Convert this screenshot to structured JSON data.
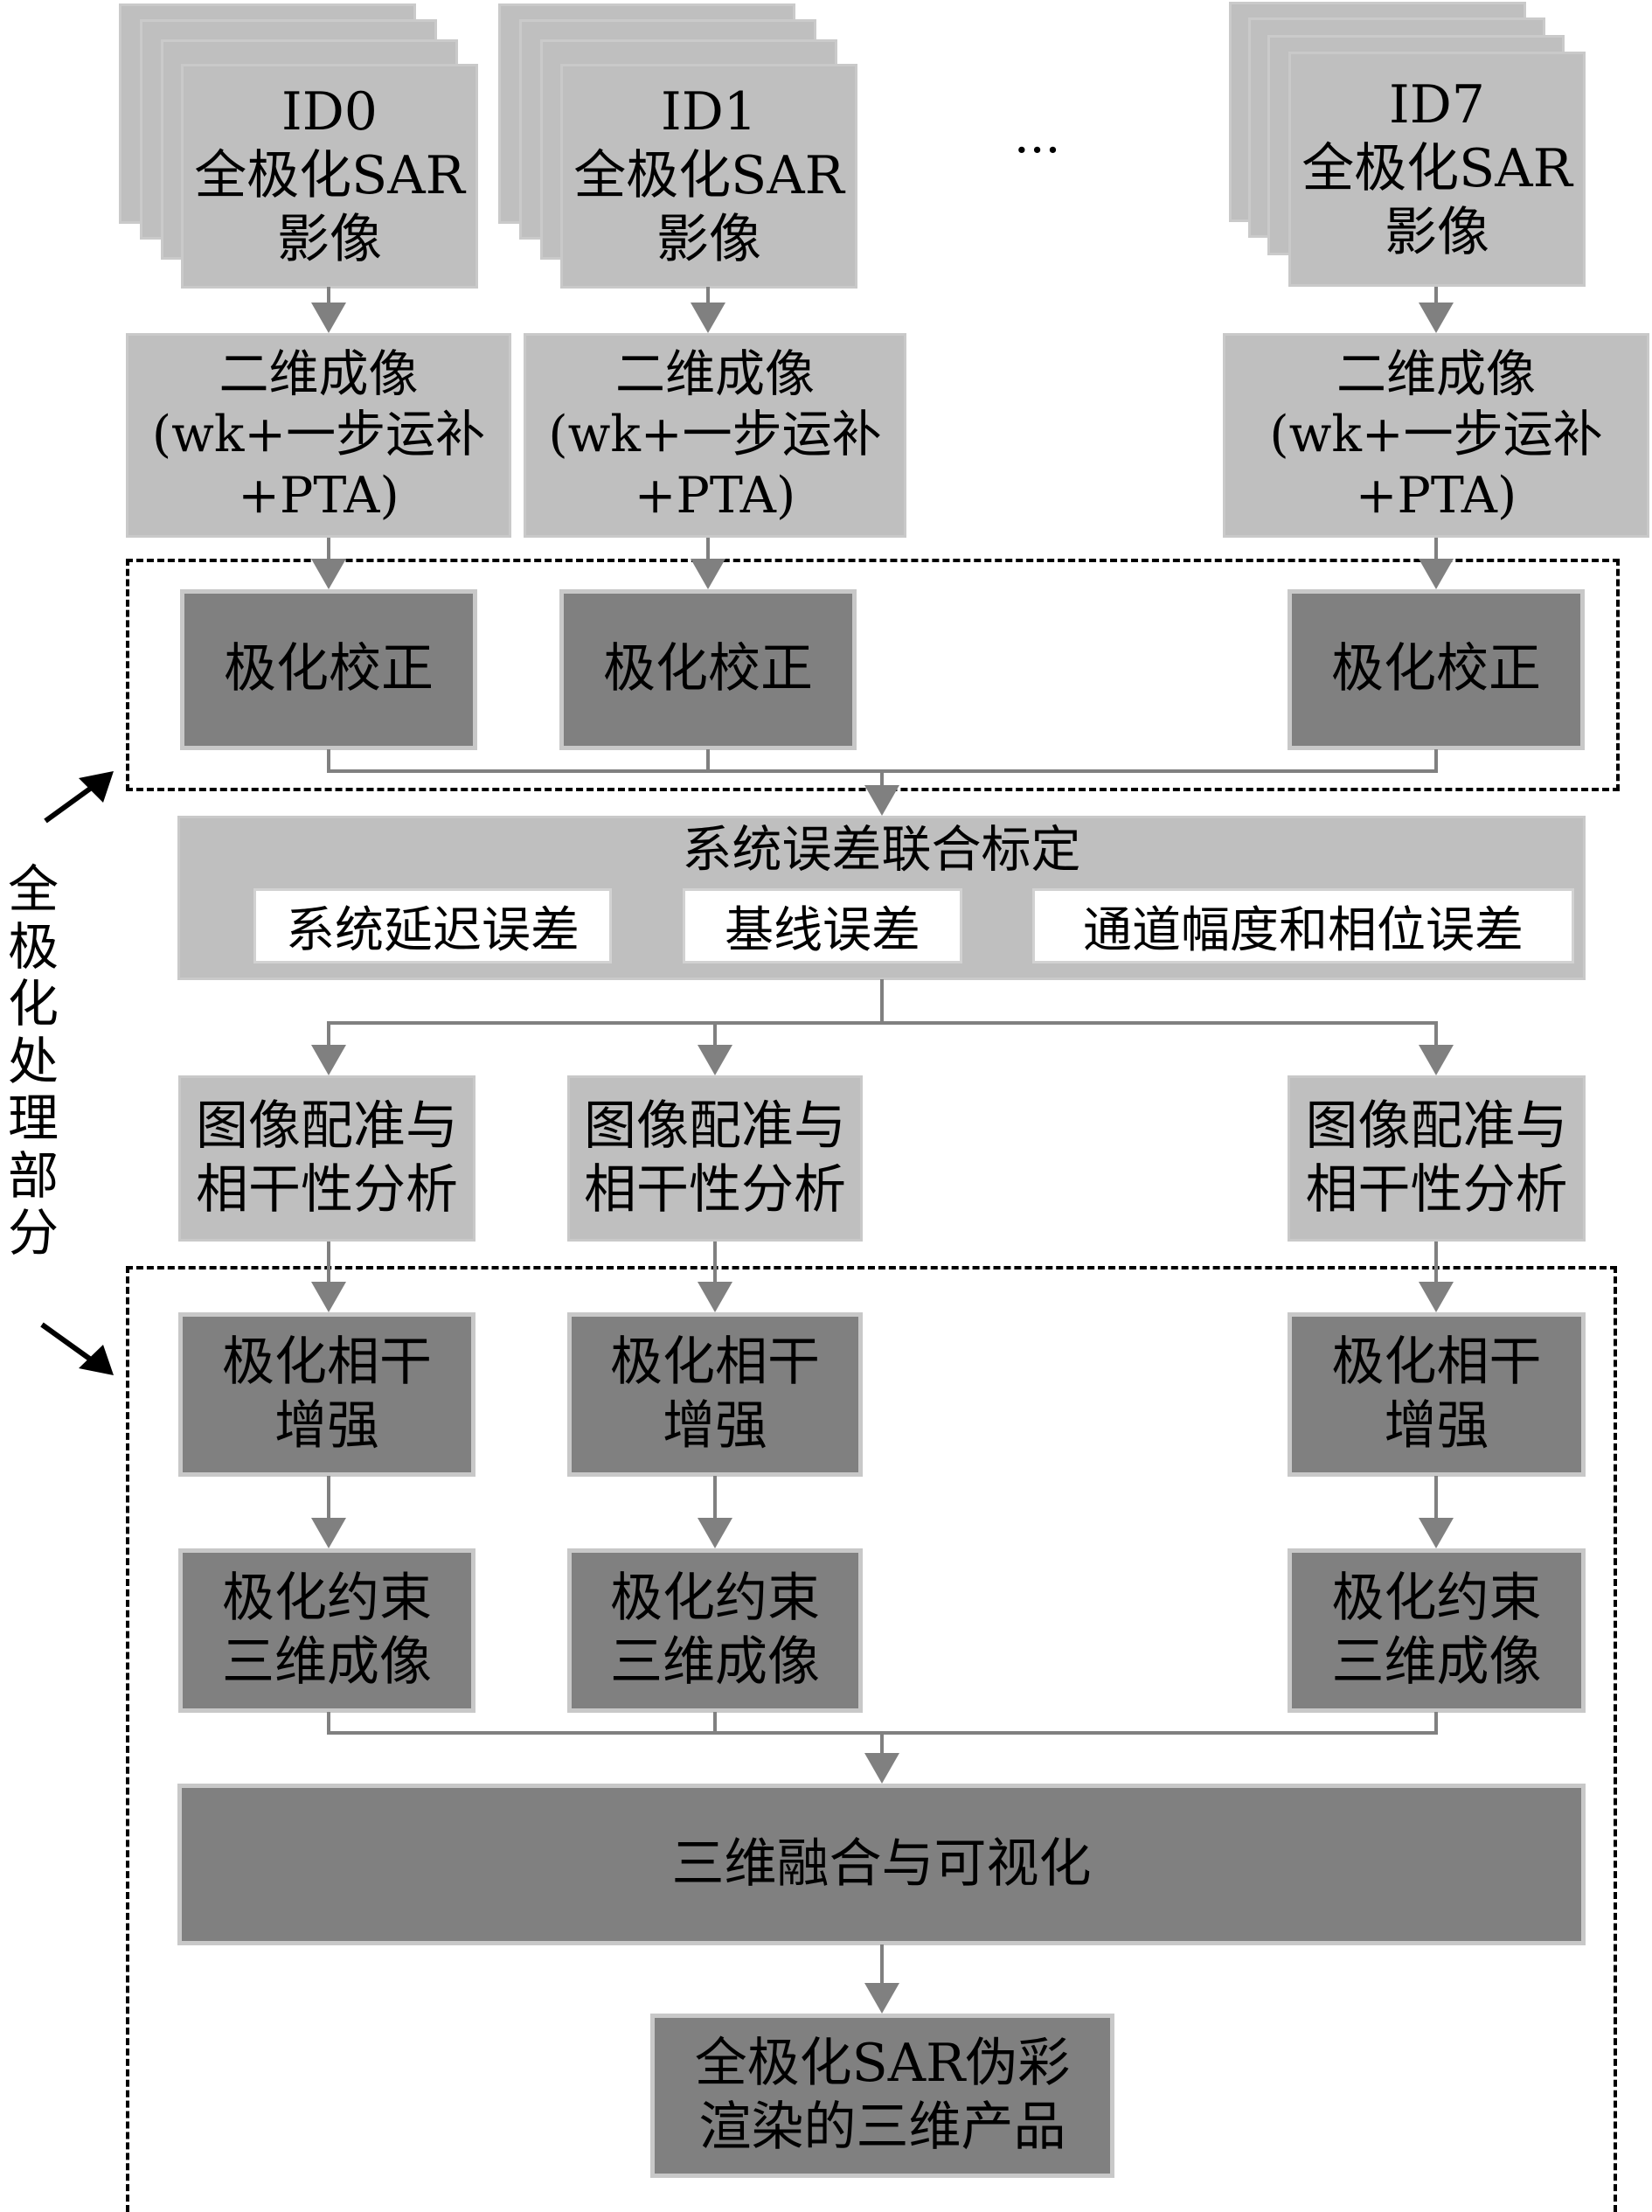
{
  "colors": {
    "light_box": "#bfbfbf",
    "dark_box": "#808080",
    "connector": "#808080",
    "dashed_frame": "#000000",
    "sub_box": "#ffffff"
  },
  "inputs": [
    {
      "id": "ID0",
      "label": "全极化SAR",
      "label2": "影像"
    },
    {
      "id": "ID1",
      "label": "全极化SAR",
      "label2": "影像"
    },
    {
      "id": "ID7",
      "label": "全极化SAR",
      "label2": "影像"
    }
  ],
  "ellipsis": "···",
  "imaging2d": {
    "line1": "二维成像",
    "line2": "(wk+一步运补",
    "line3": "+PTA)"
  },
  "polar_correction": "极化校正",
  "calibration": {
    "title": "系统误差联合标定",
    "items": [
      "系统延迟误差",
      "基线误差",
      "通道幅度和相位误差"
    ]
  },
  "registration": {
    "line1": "图像配准与",
    "line2": "相干性分析"
  },
  "coherence": {
    "line1": "极化相干",
    "line2": "增强"
  },
  "imaging3d": {
    "line1": "极化约束",
    "line2": "三维成像"
  },
  "fusion": "三维融合与可视化",
  "product": {
    "line1": "全极化SAR伪彩",
    "line2": "渲染的三维产品"
  },
  "side_label": [
    "全",
    "极",
    "化",
    "处",
    "理",
    "部",
    "分"
  ]
}
